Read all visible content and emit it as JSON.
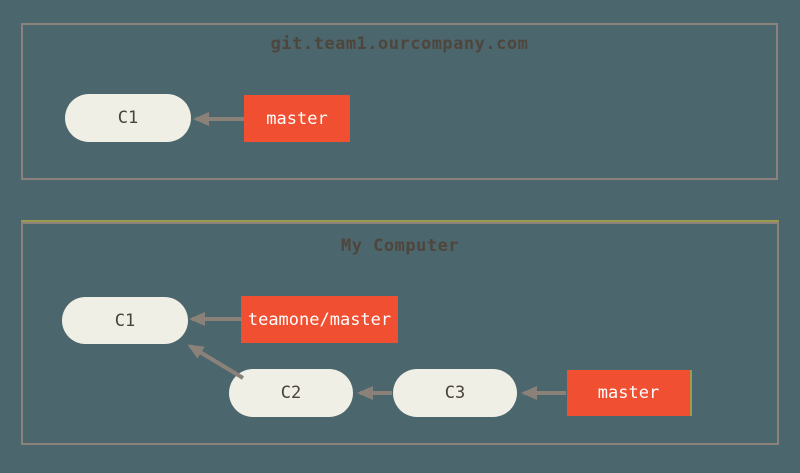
{
  "colors": {
    "background": "#4c666d",
    "panel_border": "#8b837b",
    "commit_node_fill": "#f0efe6",
    "commit_node_text": "#48423a",
    "branch_label_fill": "#f04f31",
    "branch_label_text": "#ffffff",
    "arrow": "#8a8179",
    "title_text": "#4e463d",
    "artifact_line": "#9e9a4e"
  },
  "remote": {
    "title": "git.team1.ourcompany.com",
    "commits": [
      {
        "label": "C1"
      }
    ],
    "branches": [
      {
        "label": "master"
      }
    ]
  },
  "local": {
    "title": "My Computer",
    "commits": [
      {
        "label": "C1"
      },
      {
        "label": "C2"
      },
      {
        "label": "C3"
      }
    ],
    "branches": [
      {
        "label": "teamone/master"
      },
      {
        "label": "master"
      }
    ]
  }
}
